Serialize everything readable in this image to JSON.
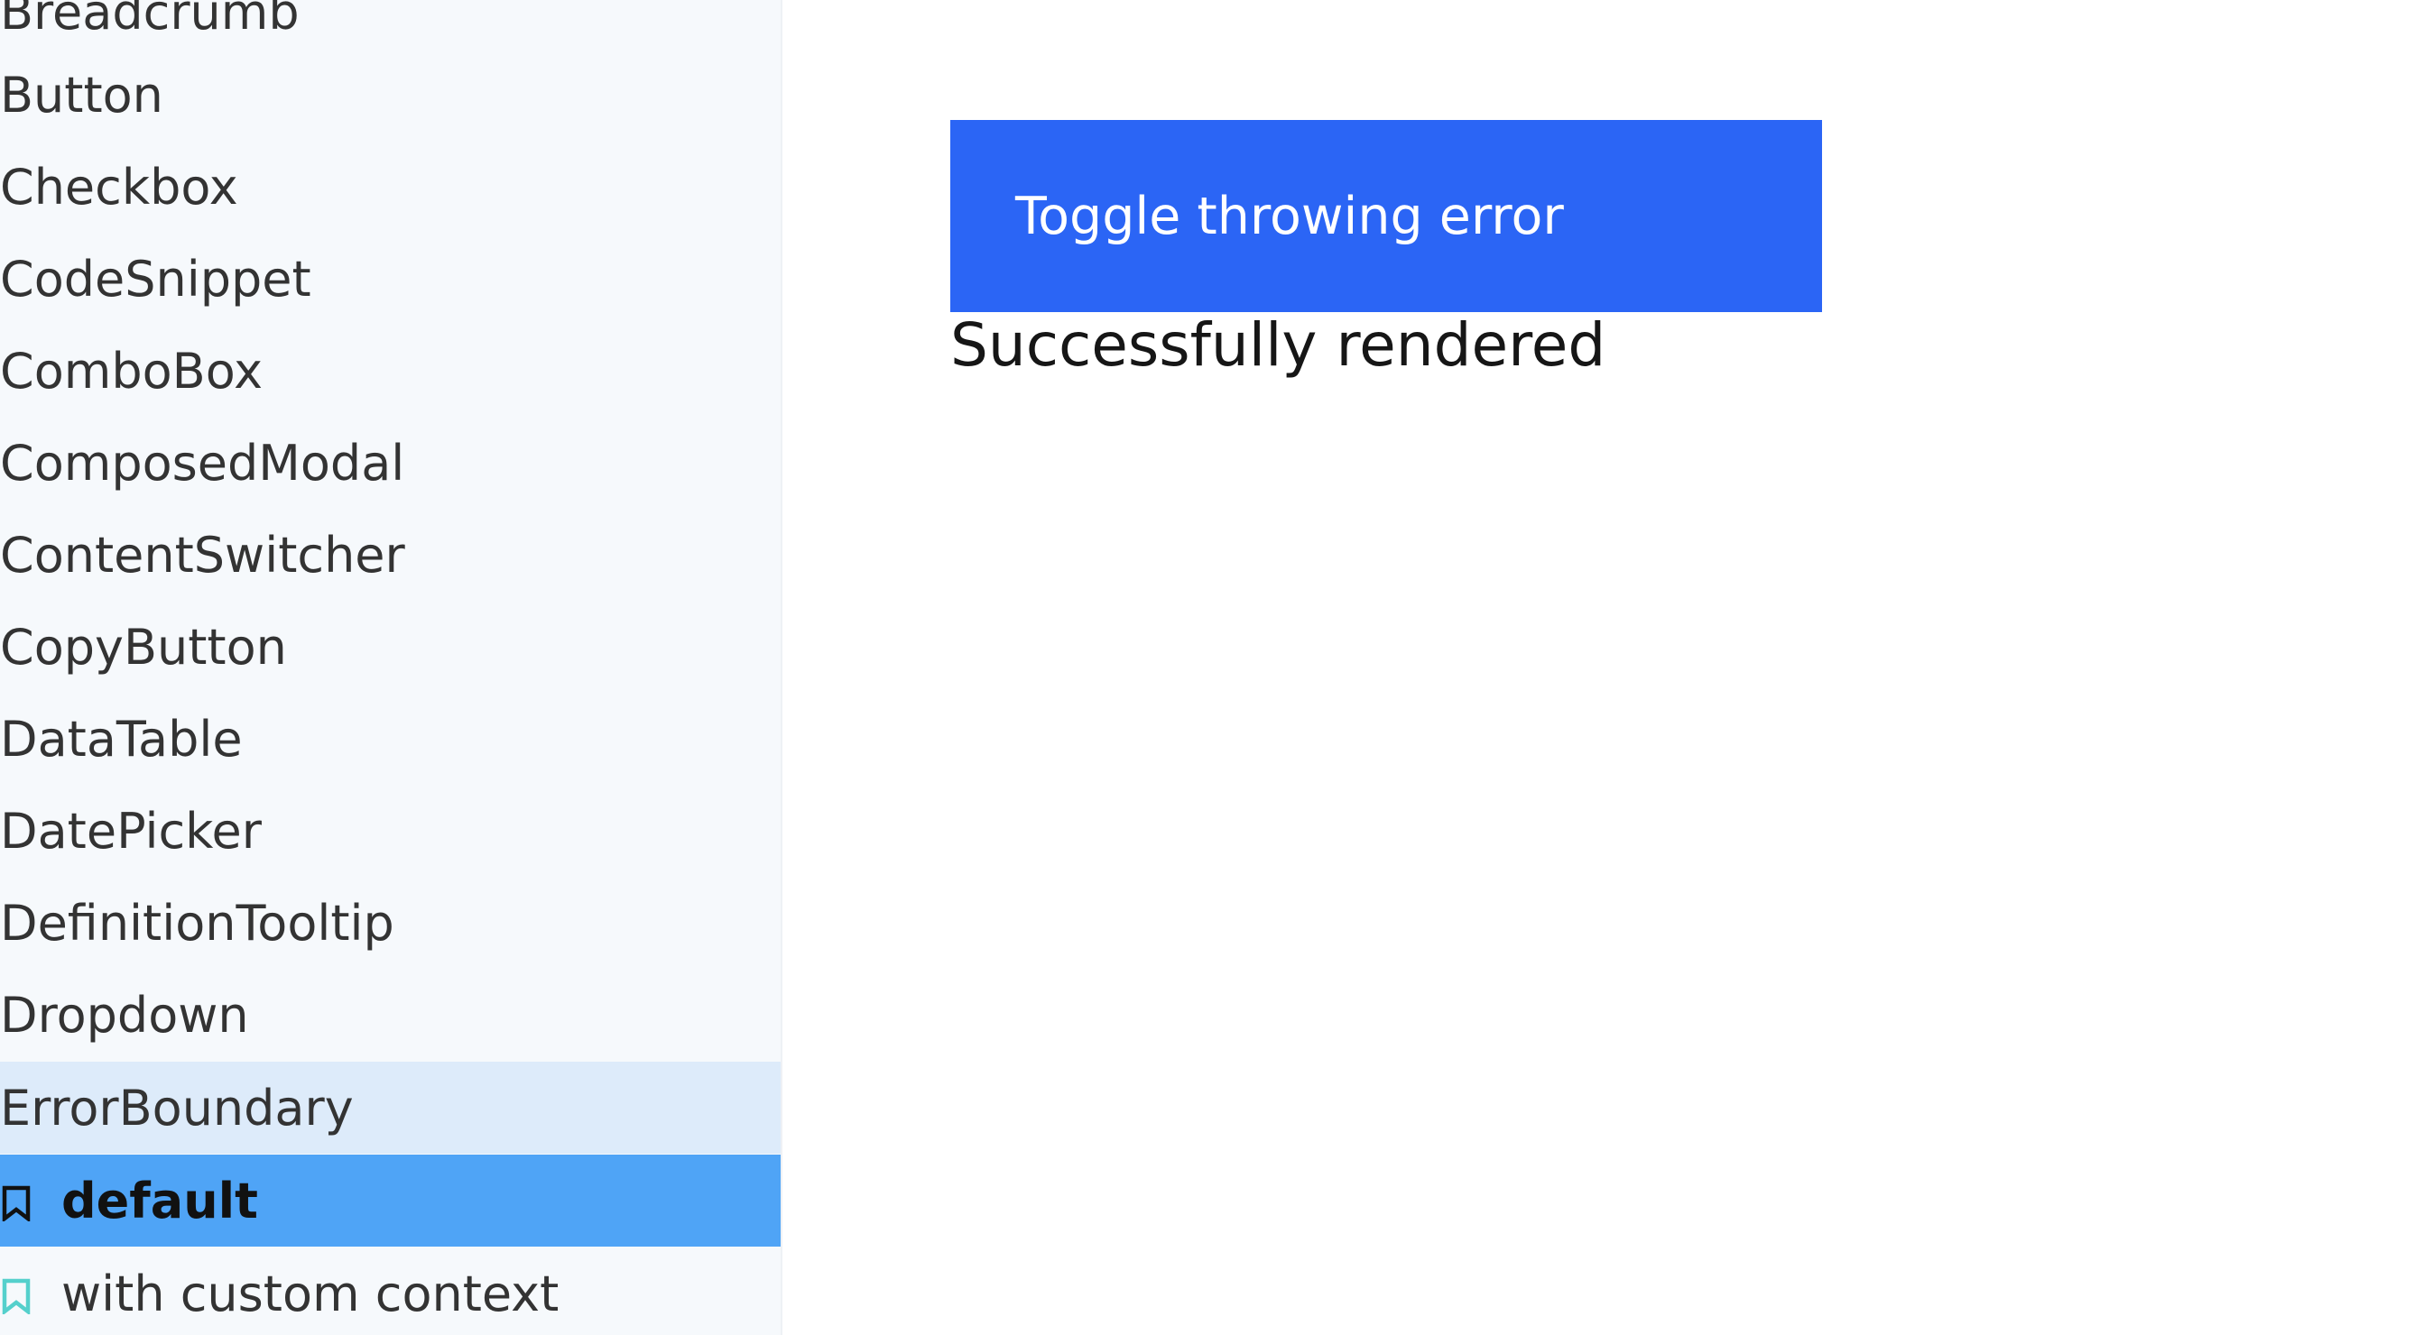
{
  "sidebar": {
    "items": [
      {
        "label": "Breadcrumb"
      },
      {
        "label": "Button"
      },
      {
        "label": "Checkbox"
      },
      {
        "label": "CodeSnippet"
      },
      {
        "label": "ComboBox"
      },
      {
        "label": "ComposedModal"
      },
      {
        "label": "ContentSwitcher"
      },
      {
        "label": "CopyButton"
      },
      {
        "label": "DataTable"
      },
      {
        "label": "DatePicker"
      },
      {
        "label": "DefinitionTooltip"
      },
      {
        "label": "Dropdown"
      },
      {
        "label": "ErrorBoundary"
      }
    ],
    "stories": [
      {
        "label": "default",
        "selected": true,
        "icon": "bookmark-icon"
      },
      {
        "label": "with custom context",
        "selected": false,
        "icon": "bookmark-icon"
      }
    ]
  },
  "preview": {
    "toggle_button_label": "Toggle throwing error",
    "status_text": "Successfully rendered"
  },
  "colors": {
    "sidebar_background": "#f6f9fc",
    "expanded_item_background": "#ddebfa",
    "selected_story_background": "#4fa4f6",
    "story_icon_default": "#55d0cc",
    "primary_button": "#2b65f5"
  }
}
